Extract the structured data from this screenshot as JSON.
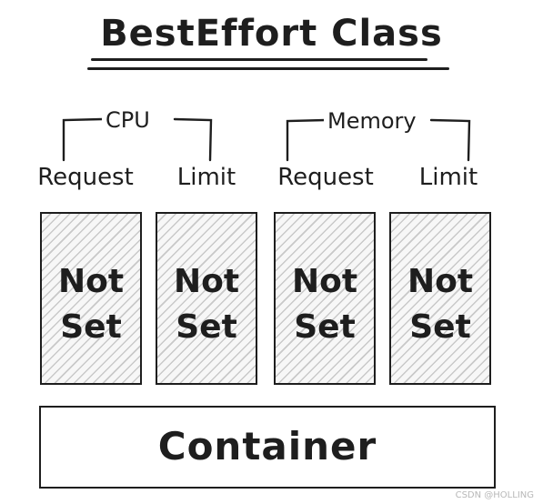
{
  "title": "BestEffort Class",
  "groups": {
    "cpu": {
      "label": "CPU",
      "request": "Request",
      "limit": "Limit"
    },
    "memory": {
      "label": "Memory",
      "request": "Request",
      "limit": "Limit"
    }
  },
  "boxes": [
    {
      "line1": "Not",
      "line2": "Set"
    },
    {
      "line1": "Not",
      "line2": "Set"
    },
    {
      "line1": "Not",
      "line2": "Set"
    },
    {
      "line1": "Not",
      "line2": "Set"
    }
  ],
  "container": {
    "label": "Container"
  },
  "watermark": "CSDN @HOLLING"
}
